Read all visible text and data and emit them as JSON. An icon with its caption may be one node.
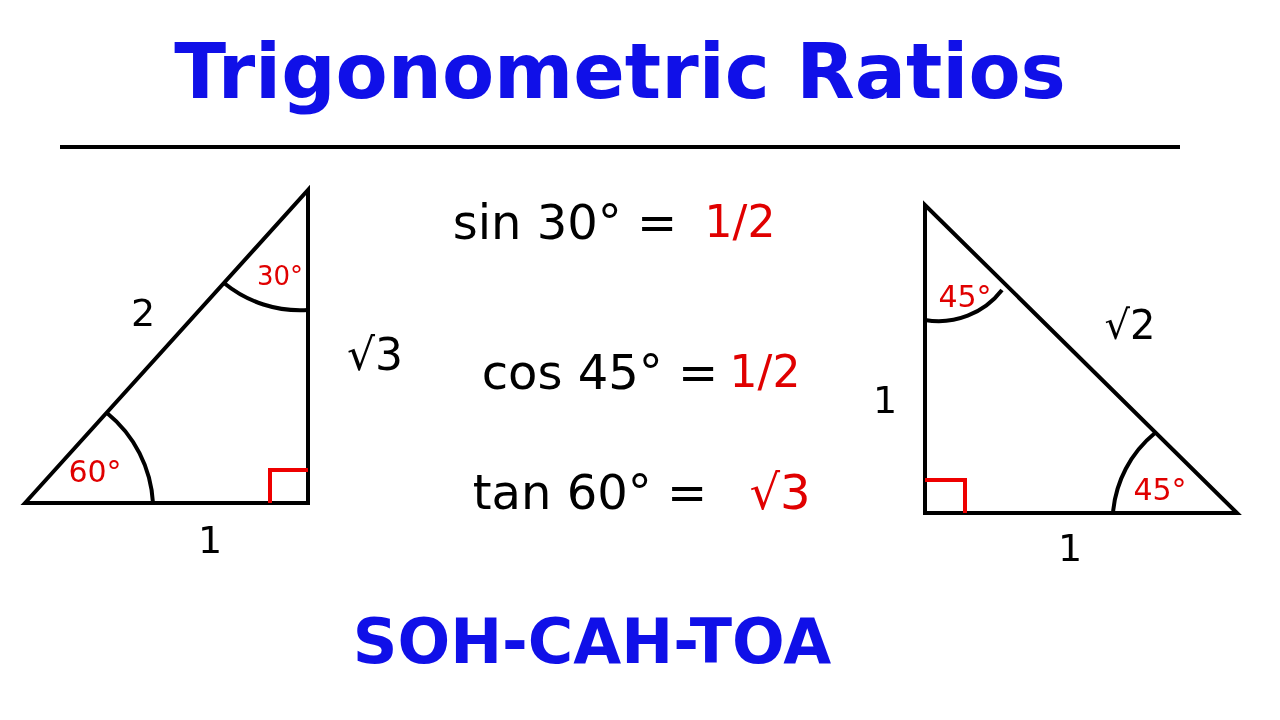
{
  "diagram": {
    "title": "Trigonometric Ratios",
    "caption": "SOH-CAH-TOA",
    "labels": [
      "30°",
      "2",
      "√3",
      "60°",
      "1",
      "sin 30° =",
      "1/2",
      "cos 45° =",
      "1/2",
      "tan 60° =",
      "√3",
      "45°",
      "√2",
      "1",
      "45°",
      "1"
    ]
  }
}
